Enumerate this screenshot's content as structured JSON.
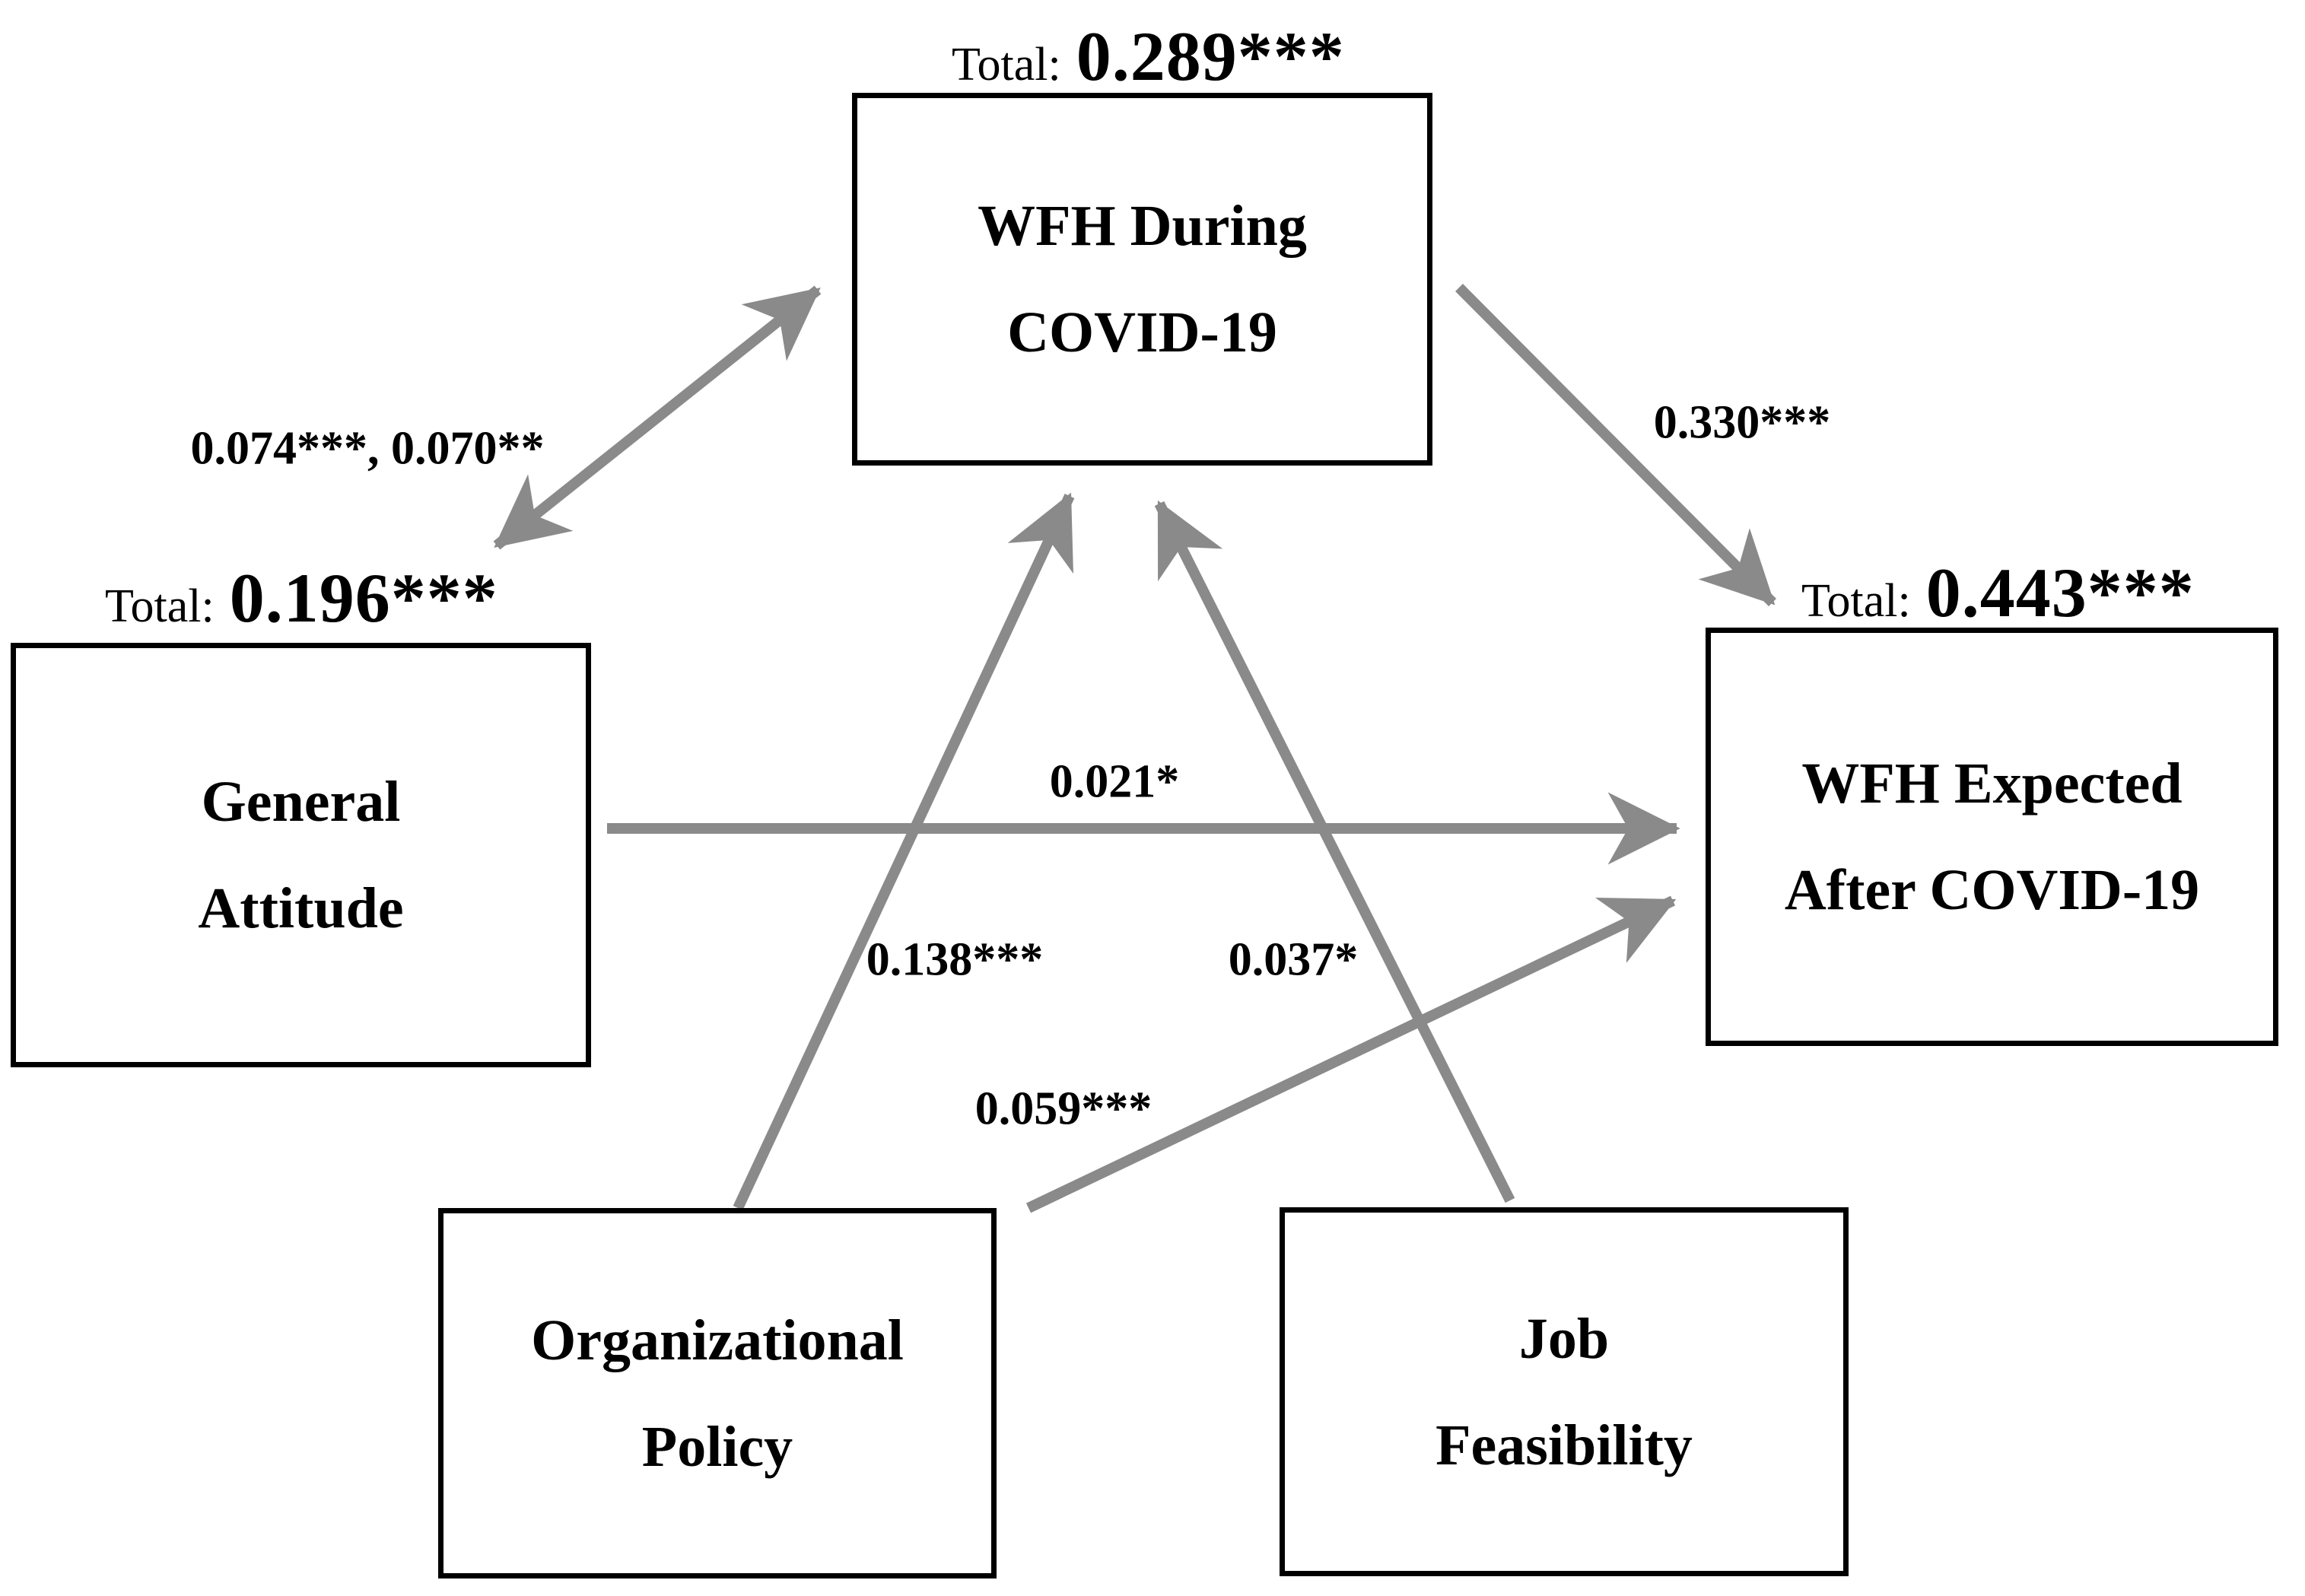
{
  "nodes": {
    "wfh_during": {
      "line1": "WFH During",
      "line2": "COVID-19",
      "total_prefix": "Total:",
      "total_value": "0.289***"
    },
    "general_attitude": {
      "line1": "General",
      "line2": "Attitude",
      "total_prefix": "Total:",
      "total_value": "0.196***"
    },
    "wfh_expected": {
      "line1": "WFH Expected",
      "line2": "After COVID-19",
      "total_prefix": "Total:",
      "total_value": "0.443***"
    },
    "organizational_policy": {
      "line1": "Organizational",
      "line2": "Policy"
    },
    "job_feasibility": {
      "line1": "Job",
      "line2": "Feasibility"
    }
  },
  "edges": {
    "attitude_wfh_during": {
      "from": "general_attitude",
      "to": "wfh_during",
      "label": "0.074***, 0.070**",
      "bidirectional": true
    },
    "wfh_during_wfh_expected": {
      "from": "wfh_during",
      "to": "wfh_expected",
      "label": "0.330***",
      "bidirectional": false
    },
    "attitude_wfh_expected": {
      "from": "general_attitude",
      "to": "wfh_expected",
      "label": "0.021*",
      "bidirectional": false
    },
    "policy_wfh_during": {
      "from": "organizational_policy",
      "to": "wfh_during",
      "label": "0.138***",
      "bidirectional": false
    },
    "feasibility_wfh_during": {
      "from": "job_feasibility",
      "to": "wfh_during",
      "label": "0.037*",
      "bidirectional": false
    },
    "policy_wfh_expected": {
      "from": "organizational_policy",
      "to": "wfh_expected",
      "label": "0.059***",
      "bidirectional": false
    }
  },
  "colors": {
    "arrow": "#8a8a8a",
    "box_border": "#000000",
    "text": "#000000",
    "background": "#ffffff"
  }
}
